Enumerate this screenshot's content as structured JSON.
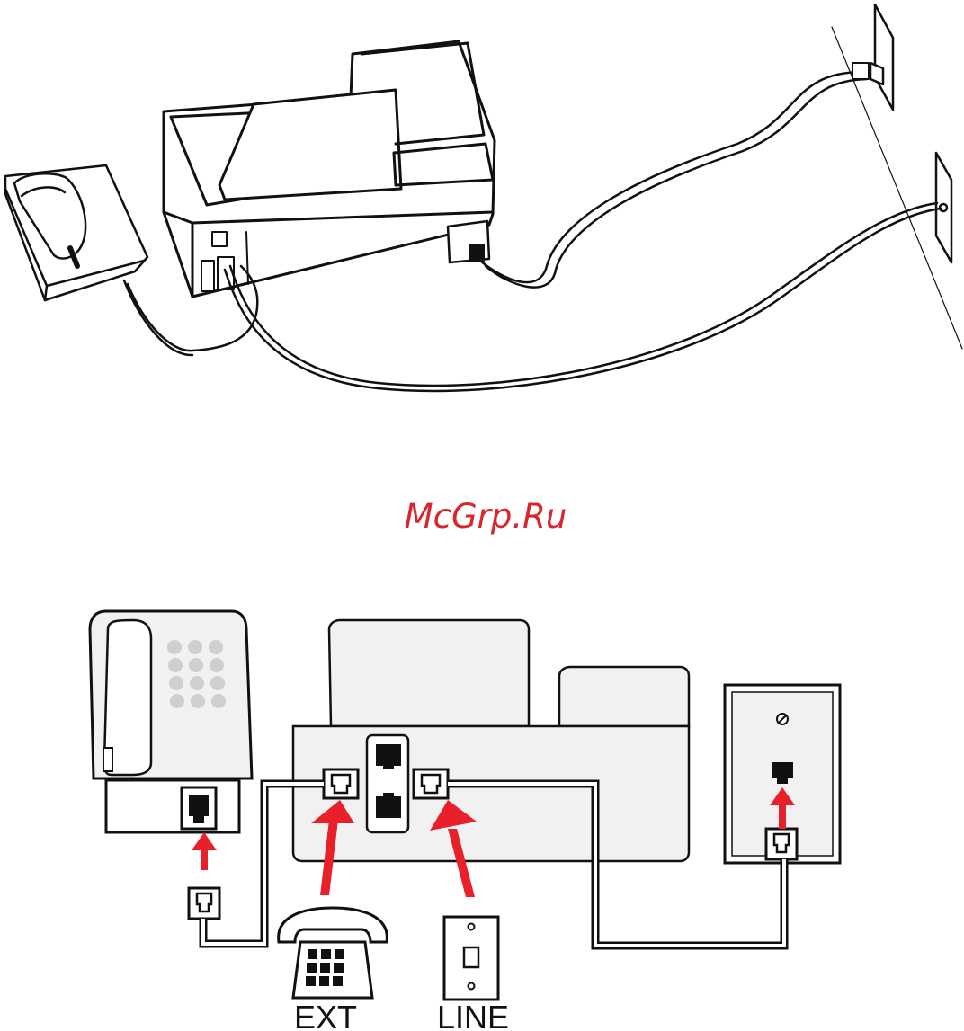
{
  "watermark": {
    "text": "McGrp.Ru",
    "color": "#d9262e"
  },
  "labels": {
    "ext": "EXT",
    "line": "LINE"
  },
  "colors": {
    "line_art": "#111111",
    "panel_fill": "#f1f1f1",
    "arrow_red": "#e8202a"
  },
  "icons": {
    "ext_port": "telephone-extension-icon",
    "line_port": "wall-jack-icon",
    "wall": "phone-wall-plate-icon"
  }
}
